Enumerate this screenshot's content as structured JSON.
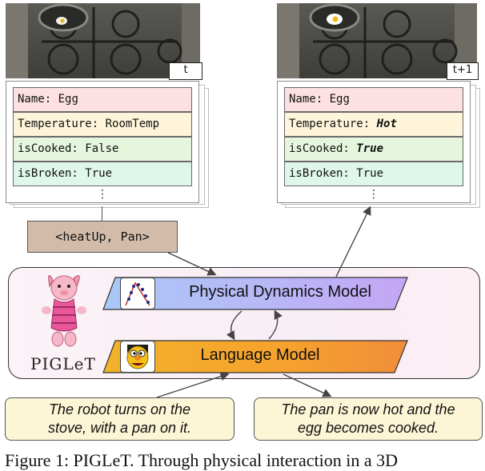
{
  "scene_left": {
    "time_label": "t"
  },
  "scene_right": {
    "time_label": "t+1"
  },
  "state_before": {
    "rows": [
      {
        "key": "Name:",
        "value": "Egg"
      },
      {
        "key": "Temperature:",
        "value": "RoomTemp"
      },
      {
        "key": "isCooked:",
        "value": "False"
      },
      {
        "key": "isBroken:",
        "value": "True"
      }
    ],
    "ellipsis": "⋮"
  },
  "state_after": {
    "rows": [
      {
        "key": "Name:",
        "value": "Egg"
      },
      {
        "key": "Temperature:",
        "value": "Hot"
      },
      {
        "key": "isCooked:",
        "value": "True"
      },
      {
        "key": "isBroken:",
        "value": "True"
      }
    ],
    "ellipsis": "⋮"
  },
  "action": "<heatUp, Pan>",
  "models": {
    "physical": "Physical Dynamics Model",
    "language": "Language Model"
  },
  "piglet_logo": "PIGLeT",
  "speech": {
    "input": "The robot turns on the stove, with a pan on it.",
    "output": "The pan is now hot and the egg becomes cooked."
  },
  "caption": "Figure 1: PIGLeT. Through physical interaction in a 3D"
}
